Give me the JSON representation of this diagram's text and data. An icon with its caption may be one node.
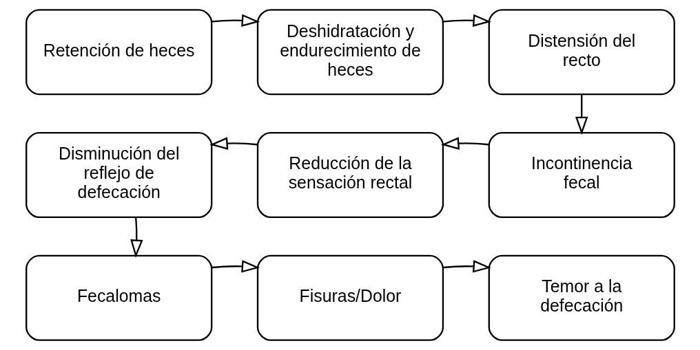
{
  "diagram": {
    "nodes": [
      {
        "text": [
          "Retención de heces"
        ]
      },
      {
        "text": [
          "Deshidratación y endurecimiento de heces"
        ]
      },
      {
        "text": [
          "Distensión del recto"
        ]
      },
      {
        "text": [
          "Incontinencia fecal"
        ]
      },
      {
        "text": [
          "Reducción de la sensación rectal"
        ]
      },
      {
        "text": [
          "Disminución del reflejo de defecación"
        ]
      },
      {
        "text": [
          "Fecalomas"
        ]
      },
      {
        "text": [
          "Fisuras/Dolor"
        ]
      },
      {
        "text": [
          "Temor a la defecación"
        ]
      }
    ],
    "edges": [
      {
        "from": 0,
        "to": 1,
        "arrow": "to"
      },
      {
        "from": 1,
        "to": 2,
        "arrow": "to"
      },
      {
        "from": 2,
        "to": 3,
        "arrow": "to"
      },
      {
        "from": 3,
        "to": 4,
        "arrow": "to"
      },
      {
        "from": 4,
        "to": 5,
        "arrow": "to"
      },
      {
        "from": 5,
        "to": 6,
        "arrow": "to"
      },
      {
        "from": 6,
        "to": 7,
        "arrow": "to"
      },
      {
        "from": 7,
        "to": 8,
        "arrow": "to"
      }
    ]
  }
}
